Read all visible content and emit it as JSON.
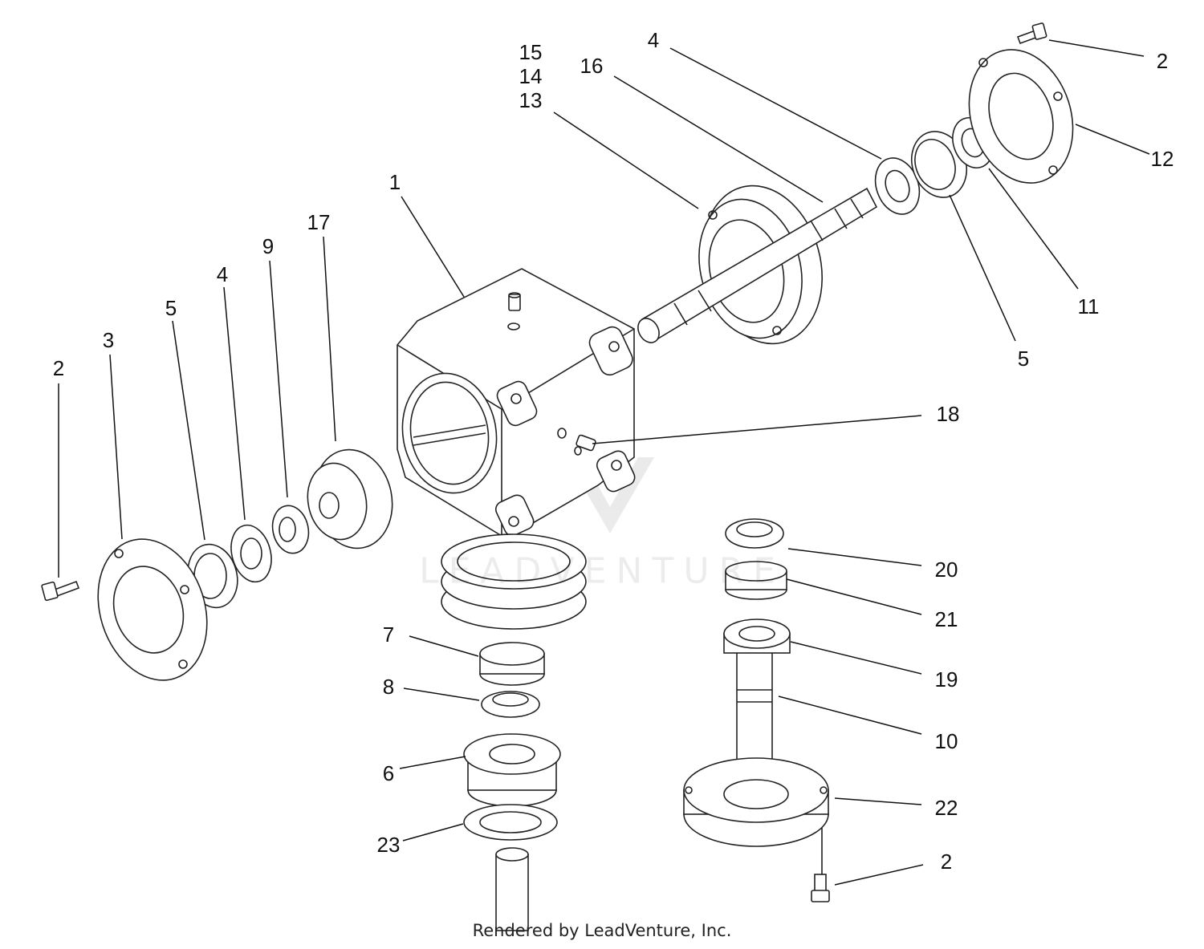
{
  "diagram": {
    "callouts": [
      {
        "id": "c-15",
        "label": "15"
      },
      {
        "id": "c-14",
        "label": "14"
      },
      {
        "id": "c-13",
        "label": "13"
      },
      {
        "id": "c-16",
        "label": "16"
      },
      {
        "id": "c-4-top",
        "label": "4"
      },
      {
        "id": "c-2-top",
        "label": "2"
      },
      {
        "id": "c-12",
        "label": "12"
      },
      {
        "id": "c-11",
        "label": "11"
      },
      {
        "id": "c-5-right",
        "label": "5"
      },
      {
        "id": "c-1",
        "label": "1"
      },
      {
        "id": "c-17",
        "label": "17"
      },
      {
        "id": "c-9",
        "label": "9"
      },
      {
        "id": "c-4-left",
        "label": "4"
      },
      {
        "id": "c-5-left",
        "label": "5"
      },
      {
        "id": "c-3",
        "label": "3"
      },
      {
        "id": "c-2-left",
        "label": "2"
      },
      {
        "id": "c-18",
        "label": "18"
      },
      {
        "id": "c-20",
        "label": "20"
      },
      {
        "id": "c-21",
        "label": "21"
      },
      {
        "id": "c-19",
        "label": "19"
      },
      {
        "id": "c-10",
        "label": "10"
      },
      {
        "id": "c-22",
        "label": "22"
      },
      {
        "id": "c-2-bottom",
        "label": "2"
      },
      {
        "id": "c-7",
        "label": "7"
      },
      {
        "id": "c-8",
        "label": "8"
      },
      {
        "id": "c-6",
        "label": "6"
      },
      {
        "id": "c-23",
        "label": "23"
      }
    ]
  },
  "watermark": {
    "text": "LEADVENTURE"
  },
  "footer": {
    "credit": "Rendered by LeadVenture, Inc."
  }
}
